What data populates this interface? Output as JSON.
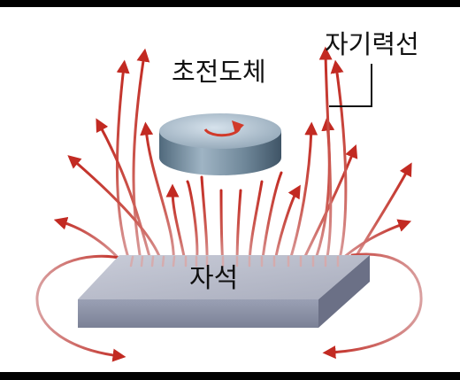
{
  "labels": {
    "superconductor": "초전도체",
    "field_lines": "자기력선",
    "magnet": "자석"
  },
  "colors": {
    "frame": "#000000",
    "background": "#ffffff",
    "field_line_near": "#d9a0a0",
    "field_line_far": "#c22a22",
    "arrowhead": "#c22a22",
    "magnet_top": "#b9bcc8",
    "magnet_front": "#8a8fa3",
    "magnet_side": "#6b7086",
    "disk_top": "#aebfcd",
    "disk_side": "#6f8799",
    "rotation_arrow": "#d13a2a"
  },
  "icons": {
    "rotation": "curved-arrow-icon",
    "callout": "leader-line"
  }
}
